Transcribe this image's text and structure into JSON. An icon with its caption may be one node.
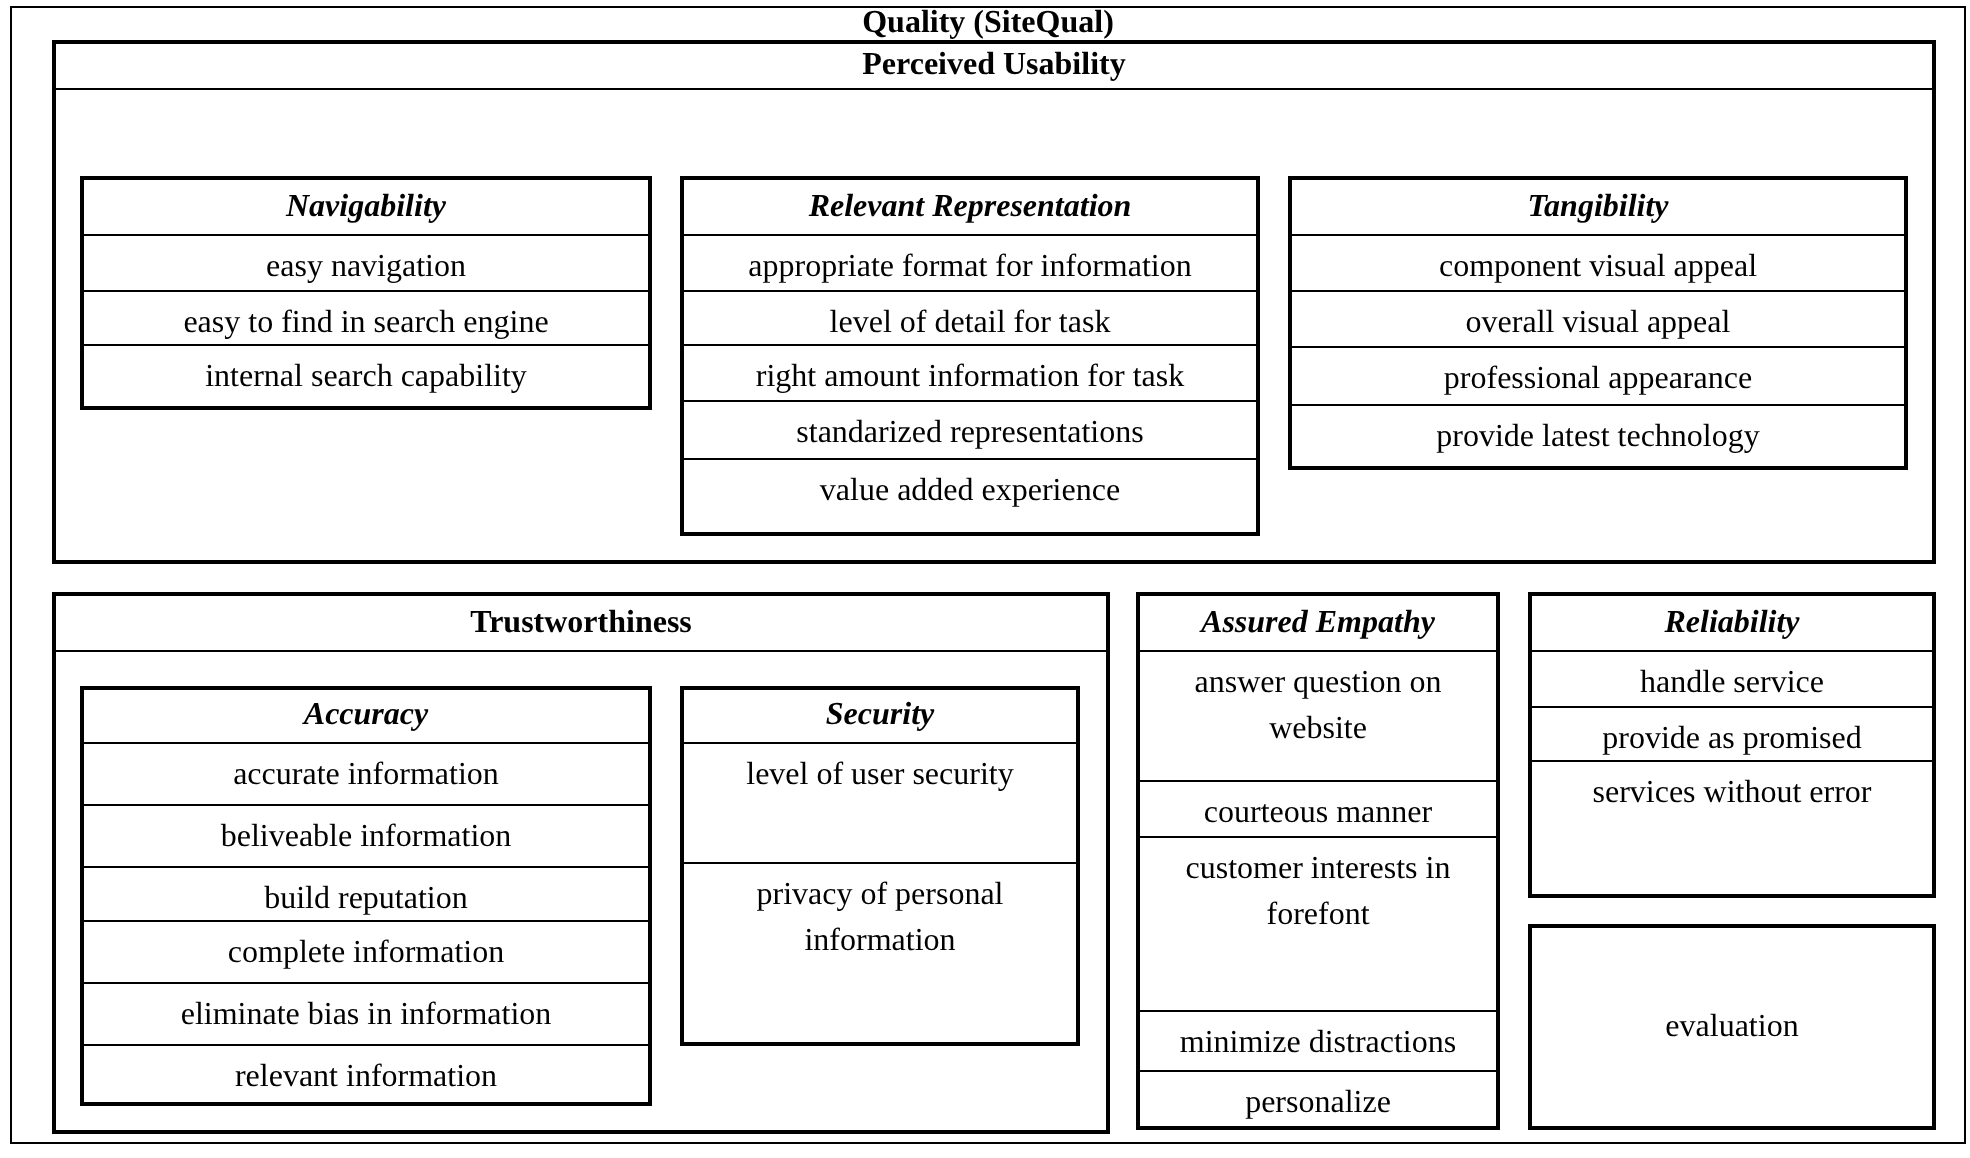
{
  "diagram": {
    "nodes": [
      {
        "text": [
          "Quality (SiteQual)"
        ]
      },
      {
        "text": [
          "Perceived Usability"
        ],
        "in": 0
      },
      {
        "text": [
          "Navigability"
        ],
        "in": 1
      },
      {
        "text": [
          "easy navigation"
        ],
        "in": 2
      },
      {
        "text": [
          "easy to find in search engine"
        ],
        "in": 2
      },
      {
        "text": [
          "internal search capability"
        ],
        "in": 2
      },
      {
        "text": [
          "Relevant Representation"
        ],
        "in": 1
      },
      {
        "text": [
          "appropriate format for information"
        ],
        "in": 6
      },
      {
        "text": [
          "level of detail for task"
        ],
        "in": 6
      },
      {
        "text": [
          "right amount information for task"
        ],
        "in": 6
      },
      {
        "text": [
          "standarized representations"
        ],
        "in": 6
      },
      {
        "text": [
          "value added experience"
        ],
        "in": 6
      },
      {
        "text": [
          "Tangibility"
        ],
        "in": 1
      },
      {
        "text": [
          "component visual appeal"
        ],
        "in": 12
      },
      {
        "text": [
          "overall visual appeal"
        ],
        "in": 12
      },
      {
        "text": [
          "professional appearance"
        ],
        "in": 12
      },
      {
        "text": [
          "provide latest technology"
        ],
        "in": 12
      },
      {
        "text": [
          "Trustworthiness"
        ],
        "in": 0
      },
      {
        "text": [
          "Accuracy"
        ],
        "in": 17
      },
      {
        "text": [
          "accurate information"
        ],
        "in": 18
      },
      {
        "text": [
          "beliveable information"
        ],
        "in": 18
      },
      {
        "text": [
          "build reputation"
        ],
        "in": 18
      },
      {
        "text": [
          "complete information"
        ],
        "in": 18
      },
      {
        "text": [
          "eliminate bias in information"
        ],
        "in": 18
      },
      {
        "text": [
          "relevant information"
        ],
        "in": 18
      },
      {
        "text": [
          "Security"
        ],
        "in": 17
      },
      {
        "text": [
          "level of user security"
        ],
        "in": 25
      },
      {
        "text": [
          "privacy of personal information"
        ],
        "in": 25
      },
      {
        "text": [
          "Assured Empathy"
        ],
        "in": 0
      },
      {
        "text": [
          "answer question on website"
        ],
        "in": 28
      },
      {
        "text": [
          "courteous manner"
        ],
        "in": 28
      },
      {
        "text": [
          "customer interests in forefont"
        ],
        "in": 28
      },
      {
        "text": [
          "minimize distractions"
        ],
        "in": 28
      },
      {
        "text": [
          "personalize"
        ],
        "in": 28
      },
      {
        "text": [
          "Reliability"
        ],
        "in": 0
      },
      {
        "text": [
          "handle service"
        ],
        "in": 34
      },
      {
        "text": [
          "provide as promised"
        ],
        "in": 34
      },
      {
        "text": [
          "services without error"
        ],
        "in": 34
      },
      {
        "text": [
          "evaluation"
        ],
        "in": 0
      }
    ]
  }
}
